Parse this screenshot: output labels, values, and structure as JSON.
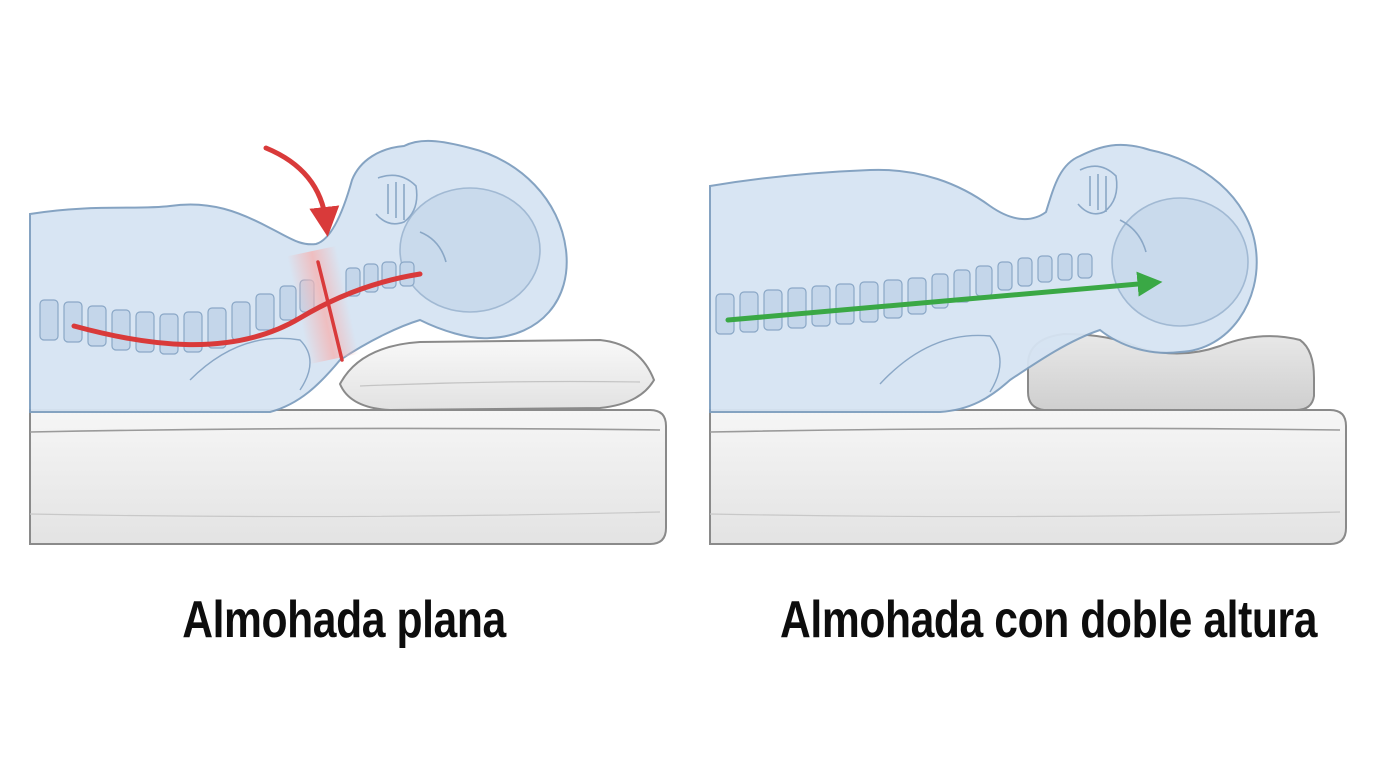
{
  "panels": [
    {
      "caption": "Almohada plana",
      "status": "incorrect",
      "indicator_color": "#d93a3a"
    },
    {
      "caption": "Almohada con doble altura",
      "status": "correct",
      "indicator_color": "#3aa845"
    }
  ],
  "colors": {
    "body_fill": "#d6e4f3",
    "body_outline": "#7f9fbf",
    "bone_fill": "#c4d6ea",
    "mattress_fill": "#ececec",
    "mattress_outline": "#8a8a8a",
    "pillow_fill": "#f0f0f0",
    "contour_pillow_fill": "#dcdcdc"
  },
  "icons": {
    "left_pressure_arrow": "curved-down-arrow-icon",
    "right_alignment_arrow": "straight-right-arrow-icon"
  }
}
